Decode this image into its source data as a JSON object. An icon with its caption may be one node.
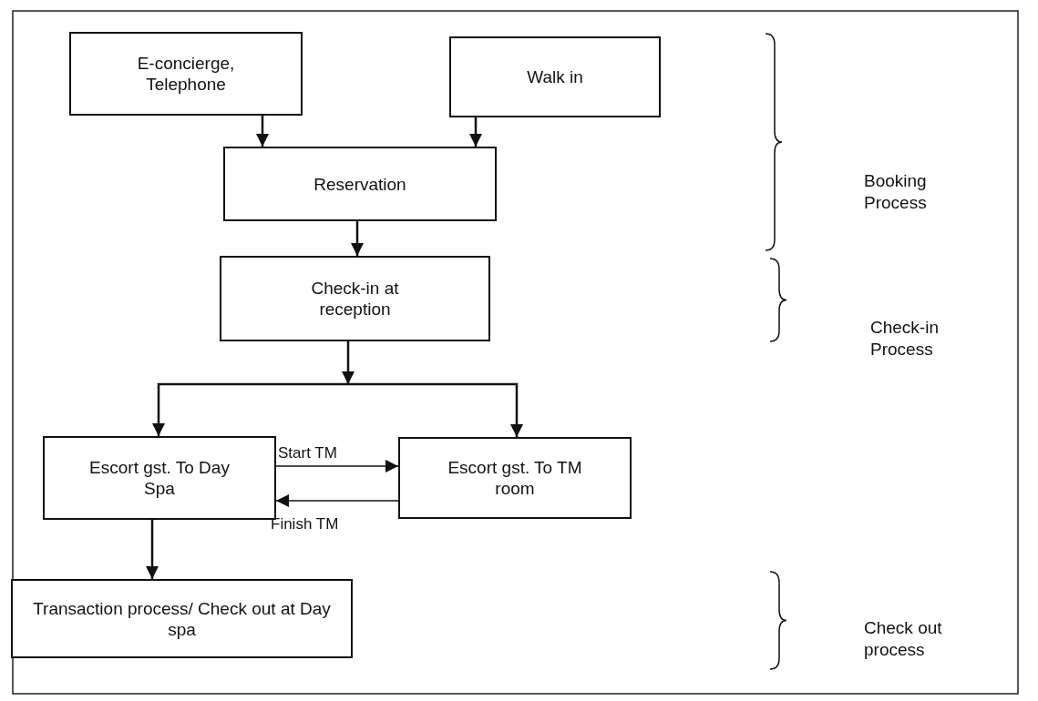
{
  "diagram": {
    "nodes": [
      {
        "text": [
          "E-concierge, Telephone"
        ]
      },
      {
        "text": [
          "Walk in"
        ]
      },
      {
        "text": [
          "Reservation"
        ]
      },
      {
        "text": [
          "Check-in at reception"
        ]
      },
      {
        "text": [
          "Escort gst. To Day Spa"
        ]
      },
      {
        "text": [
          "Escort gst. To TM room"
        ]
      },
      {
        "text": [
          "Transaction process/ Check out at Day spa"
        ]
      }
    ],
    "edges": [
      {
        "from": 0,
        "to": 2,
        "arrow": "to"
      },
      {
        "from": 1,
        "to": 2,
        "arrow": "to"
      },
      {
        "from": 2,
        "to": 3,
        "arrow": "to"
      },
      {
        "from": 3,
        "to": 4,
        "arrow": "to"
      },
      {
        "from": 3,
        "to": 5,
        "arrow": "to"
      },
      {
        "from": 4,
        "to": 5,
        "arrow": "to",
        "label": "Start TM"
      },
      {
        "from": 5,
        "to": 4,
        "arrow": "to",
        "label": "Finish TM"
      },
      {
        "from": 4,
        "to": 6,
        "arrow": "to"
      }
    ],
    "labels": [
      "Booking Process",
      "Check-in Process",
      "Check out process"
    ]
  }
}
